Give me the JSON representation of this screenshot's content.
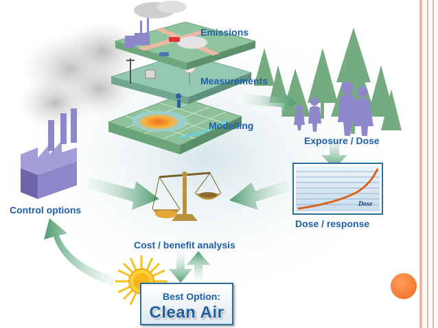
{
  "labels": {
    "emissions": "Emissions",
    "measurements": "Measurements",
    "modelling": "Modelling",
    "exposure_dose": "Exposure / Dose",
    "dose_response": "Dose / response",
    "dose_axis": "Dose",
    "control_options": "Control options",
    "cost_benefit": "Cost / benefit analysis"
  },
  "best_option": {
    "title": "Best Option:",
    "value": "Clean Air"
  },
  "colors": {
    "label_text": "#1d5fa8",
    "arrow_green": "#4e9a6e",
    "slide_border": "#f4b49a",
    "accent_dot": "#f26a1e",
    "dose_curve": "#d9631d",
    "factory": "#8e87c9"
  },
  "icons": [
    "factory-icon",
    "scales-icon",
    "sun-icon",
    "family-icon",
    "tree-icon",
    "balloon-icon"
  ]
}
